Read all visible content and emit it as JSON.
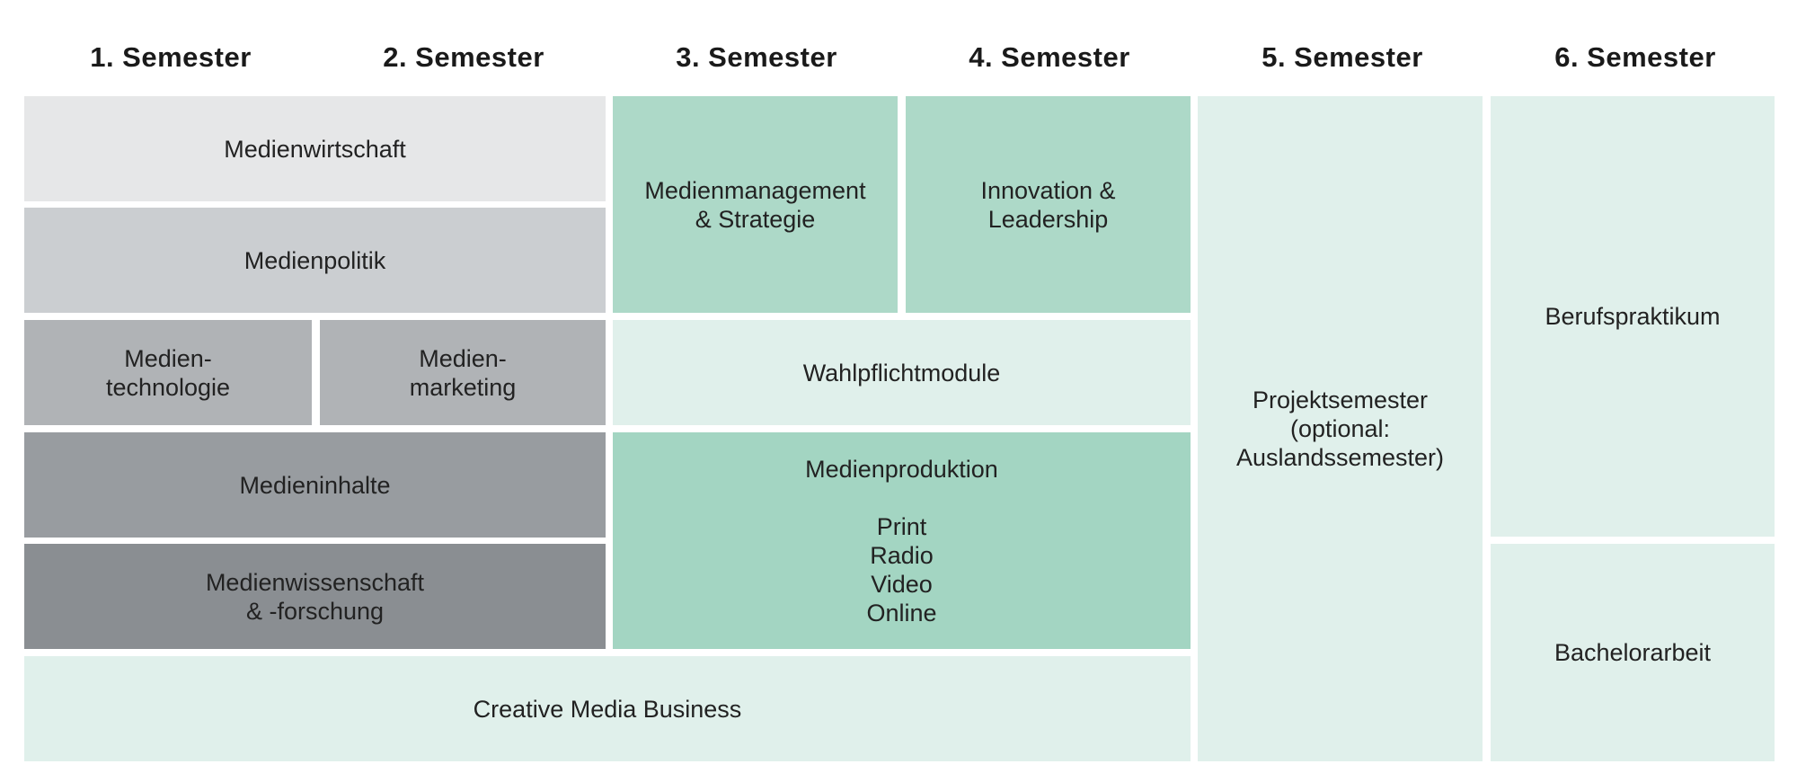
{
  "headers": [
    "1. Semester",
    "2. Semester",
    "3. Semester",
    "4. Semester",
    "5. Semester",
    "6. Semester"
  ],
  "blocks": {
    "medienwirtschaft": [
      "Medienwirtschaft"
    ],
    "medienpolitik": [
      "Medienpolitik"
    ],
    "medientechnologie": [
      "Medien-",
      "technologie"
    ],
    "medienmarketing": [
      "Medien-",
      "marketing"
    ],
    "medieninhalte": [
      "Medieninhalte"
    ],
    "medienwissenschaft": [
      "Medienwissenschaft",
      "& -forschung"
    ],
    "creative_media_business": [
      "Creative Media Business"
    ],
    "medienmanagement": [
      "Medienmanagement",
      "& Strategie"
    ],
    "innovation": [
      "Innovation &",
      "Leadership"
    ],
    "wahlpflichtmodule": [
      "Wahlpflichtmodule"
    ],
    "medienproduktion": {
      "title": "Medienproduktion",
      "items": [
        "Print",
        "Radio",
        "Video",
        "Online"
      ]
    },
    "projektsemester": [
      "Projektsemester",
      "(optional:",
      "Auslandssemester)"
    ],
    "berufspraktikum": [
      "Berufspraktikum"
    ],
    "bachelorarbeit": [
      "Bachelorarbeit"
    ]
  },
  "colors": {
    "gray_1": "#e6e7e8",
    "gray_2": "#cbced1",
    "gray_3": "#b0b3b6",
    "gray_4": "#989ca0",
    "gray_5": "#8a8e92",
    "green_light": "#e0f0eb",
    "green_mid": "#add9c8",
    "green_dark": "#a3d5c2"
  }
}
